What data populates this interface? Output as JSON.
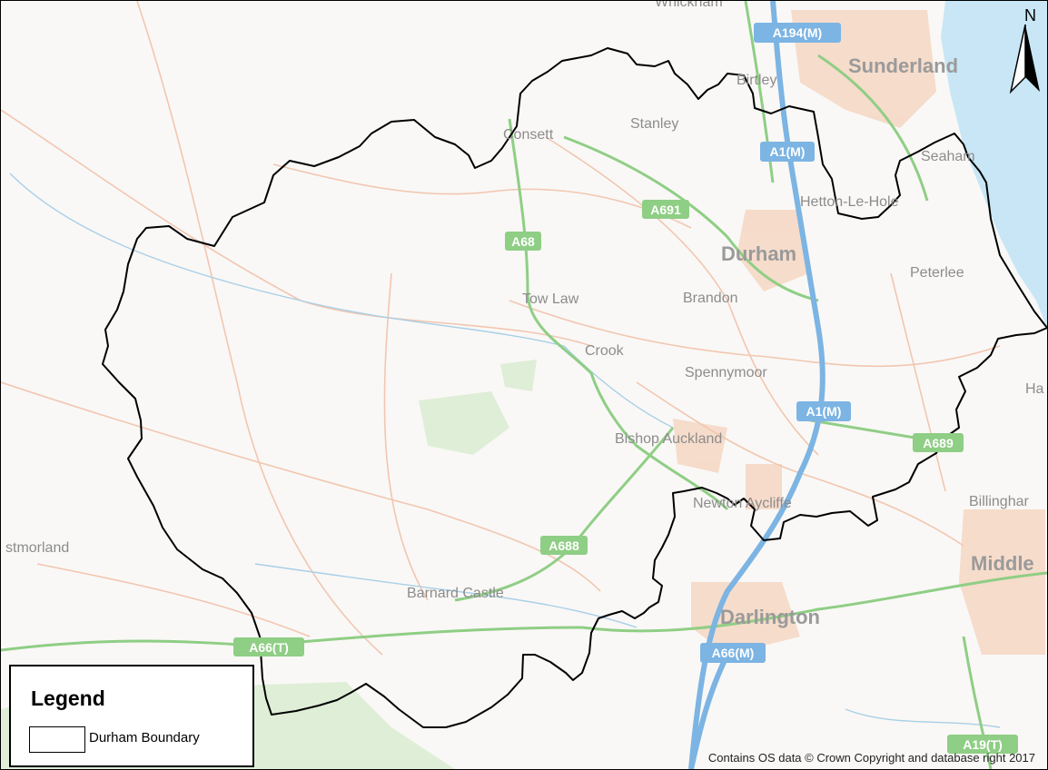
{
  "places": {
    "sunderland": "Sunderland",
    "durham": "Durham",
    "darlington": "Darlington",
    "middle": "Middle",
    "consett": "Consett",
    "stanley": "Stanley",
    "birtley": "Birtley",
    "seaham": "Seaham",
    "hetton": "Hetton-Le-Hole",
    "peterlee": "Peterlee",
    "tow_law": "Tow Law",
    "brandon": "Brandon",
    "crook": "Crook",
    "spennymoor": "Spennymoor",
    "bishop_auckland": "Bishop Auckland",
    "newton_aycliffe": "Newton Aycliffe",
    "billingham": "Billinghar",
    "barnard_castle": "Barnard Castle",
    "westmorland": "stmorland",
    "ha": "Ha",
    "whickham": "Whickham"
  },
  "roads": {
    "a194m": "A194(M)",
    "a1m_north": "A1(M)",
    "a691": "A691",
    "a68": "A68",
    "a1m_south": "A1(M)",
    "a688": "A688",
    "a66t": "A66(T)",
    "a66m": "A66(M)",
    "a689": "A689",
    "a19t": "A19(T)"
  },
  "north_arrow": {
    "label": "N"
  },
  "legend": {
    "title": "Legend",
    "item_label": "Durham Boundary"
  },
  "copyright": "Contains OS data © Crown Copyright and database right 2017",
  "colors": {
    "background": "#f9f8f6",
    "sea": "#c8e6f5",
    "motorway": "#7cb4e3",
    "primary_road": "#8fce85",
    "minor_road": "#f2c6b0",
    "urban": "#f6d7c3",
    "woodland": "#d8ecd0",
    "boundary": "#000000"
  }
}
